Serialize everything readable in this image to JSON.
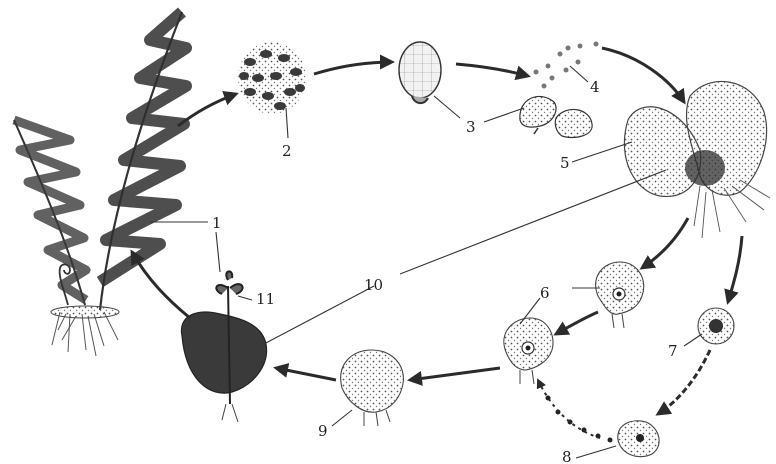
{
  "labels": {
    "l1": "1",
    "l2": "2",
    "l3": "3",
    "l4": "4",
    "l5": "5",
    "l6": "6",
    "l7": "7",
    "l8": "8",
    "l9": "9",
    "l10": "10",
    "l11": "11"
  },
  "colors": {
    "ink": "#2b2b2b",
    "paper": "#ffffff",
    "shade": "#555555"
  }
}
